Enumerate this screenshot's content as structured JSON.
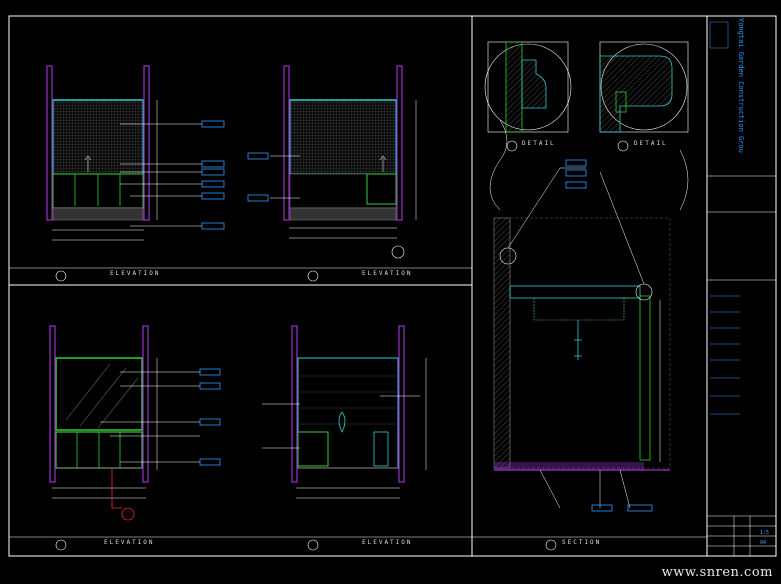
{
  "views": [
    {
      "id": "view-1",
      "label": "ELEVATION"
    },
    {
      "id": "view-2",
      "label": "ELEVATION"
    },
    {
      "id": "view-3",
      "label": "ELEVATION"
    },
    {
      "id": "view-4",
      "label": "ELEVATION"
    },
    {
      "id": "view-section",
      "label": "SECTION"
    },
    {
      "id": "view-detail-1",
      "label": "DETAIL"
    },
    {
      "id": "view-detail-2",
      "label": "DETAIL"
    }
  ],
  "title_block": {
    "project_line": "Yongtai Garden Construction Grou",
    "scale_text": "1:5",
    "sheet_text": "04"
  },
  "watermark": "www.snren.com",
  "colors": {
    "background": "#000000",
    "frame": "#ffffff",
    "wall": "#9933cc",
    "cyan": "#33cccc",
    "green": "#33cc33",
    "dim": "#ffffff",
    "tag": "#3399ff",
    "red": "#ff2222",
    "text_blue": "#3399ff"
  }
}
